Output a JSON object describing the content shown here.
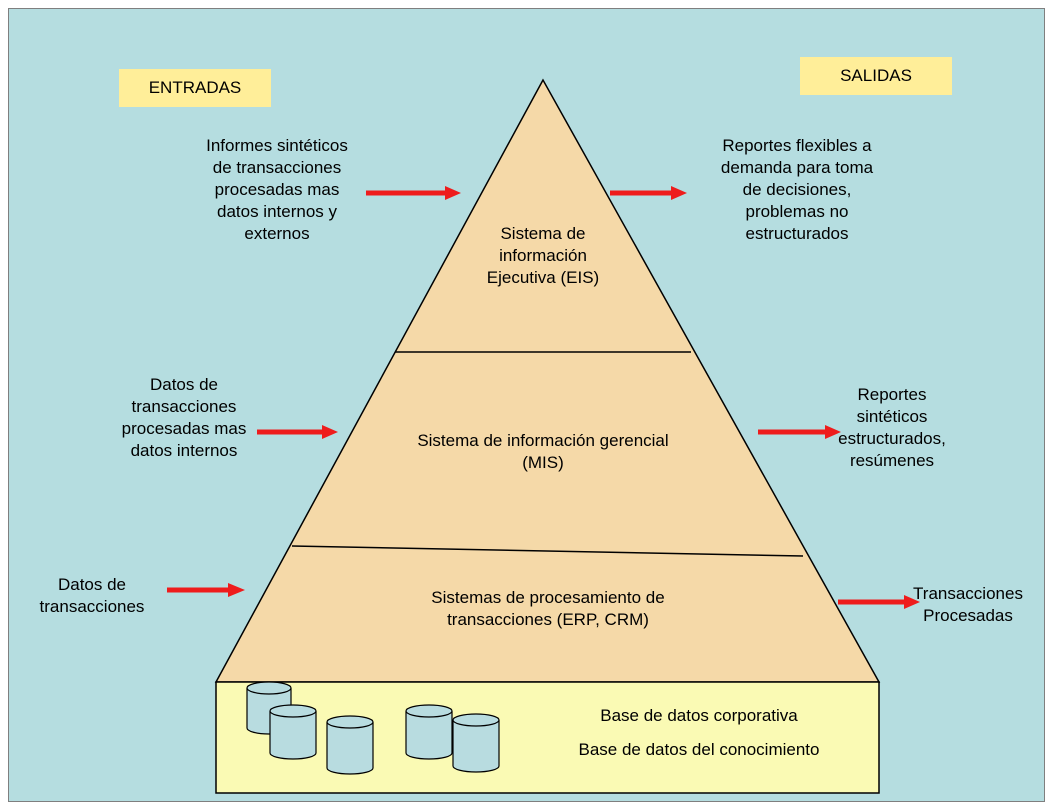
{
  "header": {
    "inputs_label": "ENTRADAS",
    "outputs_label": "SALIDAS"
  },
  "levels": [
    {
      "name": "Sistema de\ninformación\nEjecutiva (EIS)",
      "input": "Informes sintéticos\nde transacciones\nprocesadas mas\ndatos internos y\nexternos",
      "output": "Reportes flexibles a\ndemanda para toma\nde decisiones,\nproblemas no\nestructurados"
    },
    {
      "name": "Sistema de información gerencial\n(MIS)",
      "input": "Datos de\ntransacciones\nprocesadas mas\ndatos internos",
      "output": "Reportes\nsintéticos\nestructurados,\nresúmenes"
    },
    {
      "name": "Sistemas de procesamiento de\ntransacciones (ERP, CRM)",
      "input": "Datos de\ntransacciones",
      "output": "Transacciones\nProcesadas"
    }
  ],
  "database": {
    "line1": "Base de datos corporativa",
    "line2": "Base de datos del conocimiento"
  },
  "colors": {
    "background": "#b5dde0",
    "pyramid_fill": "#f5d9a8",
    "base_fill": "#fafab4",
    "label_box_fill": "#ffee99",
    "arrow": "#ee1c1c",
    "cylinder_fill": "#b8dce0"
  }
}
